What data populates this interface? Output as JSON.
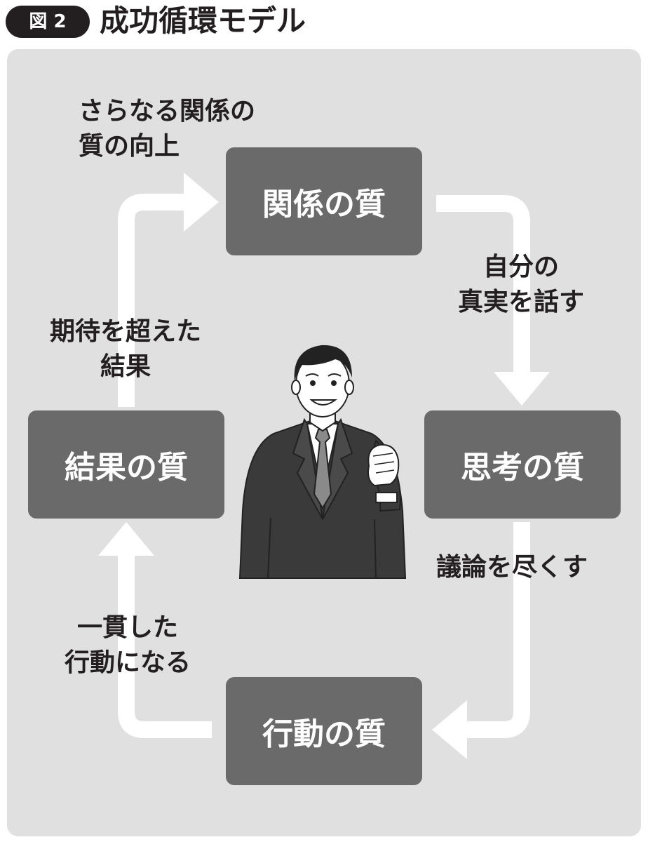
{
  "figure": {
    "badge": "図 2",
    "title": "成功循環モデル"
  },
  "boxes": {
    "relation": "関係の質",
    "thinking": "思考の質",
    "action": "行動の質",
    "result": "結果の質"
  },
  "labels": {
    "relation_up": [
      "さらなる関係の",
      "質の向上"
    ],
    "truth": [
      "自分の",
      "真実を話す"
    ],
    "discussion": [
      "議論を尽くす"
    ],
    "consistent": [
      "一貫した",
      "行動になる"
    ],
    "exceed": [
      "期待を超えた",
      "結果"
    ]
  },
  "colors": {
    "panel": "#e0e0e0",
    "box": "#6a6a6a",
    "arrow": "#ffffff",
    "text": "#231f20"
  }
}
